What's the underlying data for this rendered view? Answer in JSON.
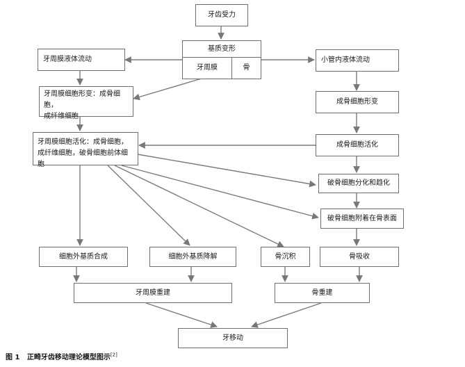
{
  "nodes": {
    "tooth_force": "牙齿受力",
    "matrix_deform": "基质变形",
    "matrix_pdl": "牙周膜",
    "matrix_bone": "骨",
    "pdl_flow": "牙周膜液体流动",
    "canal_flow": "小管内液体流动",
    "pdl_cell_deform": "牙周膜细胞形变：成骨细胞，\n成纤维细胞",
    "osteoblast_deform": "成骨细胞形变",
    "pdl_cell_activate": "牙周膜细胞活化：成骨细胞，\n成纤维细胞，破骨细胞前体细胞",
    "osteoblast_activate": "成骨细胞活化",
    "osteoclast_diff": "破骨细胞分化和趋化",
    "osteoclast_attach": "破骨细胞附着在骨表面",
    "ecm_synthesis": "细胞外基质合成",
    "ecm_degradation": "细胞外基质降解",
    "bone_deposition": "骨沉积",
    "bone_resorption": "骨吸收",
    "pdl_remodel": "牙周膜重建",
    "bone_remodel": "骨重建",
    "tooth_movement": "牙移动"
  },
  "caption": {
    "label": "图 1",
    "text": "正畸牙齿移动理论模型图示",
    "ref": "[2]"
  }
}
